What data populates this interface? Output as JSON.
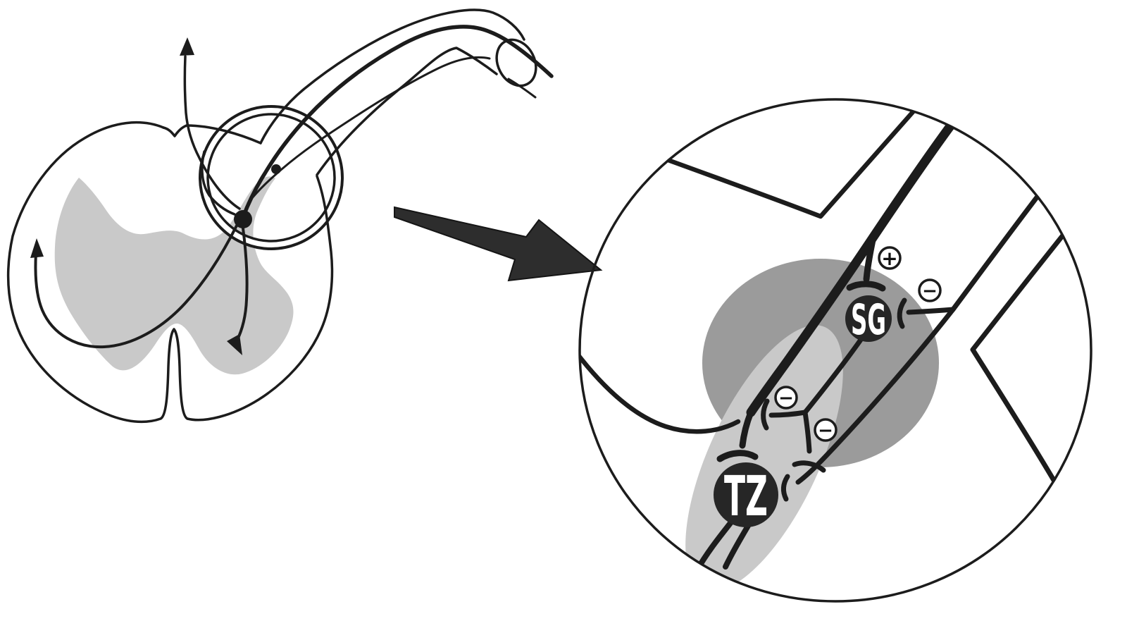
{
  "diagram": {
    "title": "spinal-cord-pain-gate-diagram",
    "node_labels": {
      "sg": "SG",
      "tz": "TZ"
    },
    "synapse_symbols": {
      "excitatory": "+",
      "inhibitory": "−"
    },
    "badges": [
      {
        "id": "excitatory-on-sg",
        "symbol": "+"
      },
      {
        "id": "inhibitory-on-sg",
        "symbol": "−"
      },
      {
        "id": "inhibitory-on-large-fiber-terminal",
        "symbol": "−"
      },
      {
        "id": "inhibitory-on-small-fiber-terminal",
        "symbol": "−"
      }
    ],
    "colors": {
      "background": "#ffffff",
      "line": "#1c1c1c",
      "gray_matter": "#c9c9c9",
      "region_shade": "#9b9b9b",
      "node_fill": "#262626",
      "node_text": "#ffffff",
      "zoom_arrow_fill": "#2d2d2d"
    }
  }
}
